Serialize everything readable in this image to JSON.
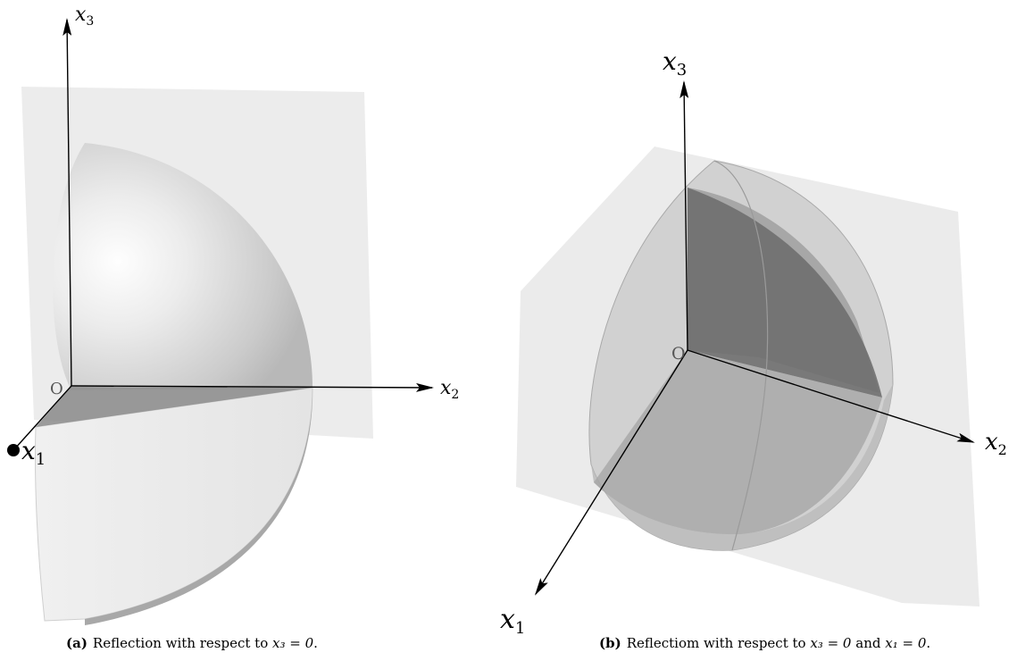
{
  "figure_a": {
    "labels": {
      "x1_base": "x",
      "x1_sub": "1",
      "x2_base": "x",
      "x2_sub": "2",
      "x3_base": "x",
      "x3_sub": "3",
      "origin": "O"
    },
    "caption": {
      "label": "(a)",
      "text_before": "Reflection with respect to",
      "math": "x₃ = 0",
      "text_after": "."
    }
  },
  "figure_b": {
    "labels": {
      "x1_base": "x",
      "x1_sub": "1",
      "x2_base": "x",
      "x2_sub": "2",
      "x3_base": "x",
      "x3_sub": "3",
      "origin": "O"
    },
    "caption": {
      "label": "(b)",
      "text_before": "Reflectiom with respect to",
      "math1": "x₃ = 0",
      "text_mid": "and",
      "math2": "x₁ = 0",
      "text_after": "."
    }
  }
}
